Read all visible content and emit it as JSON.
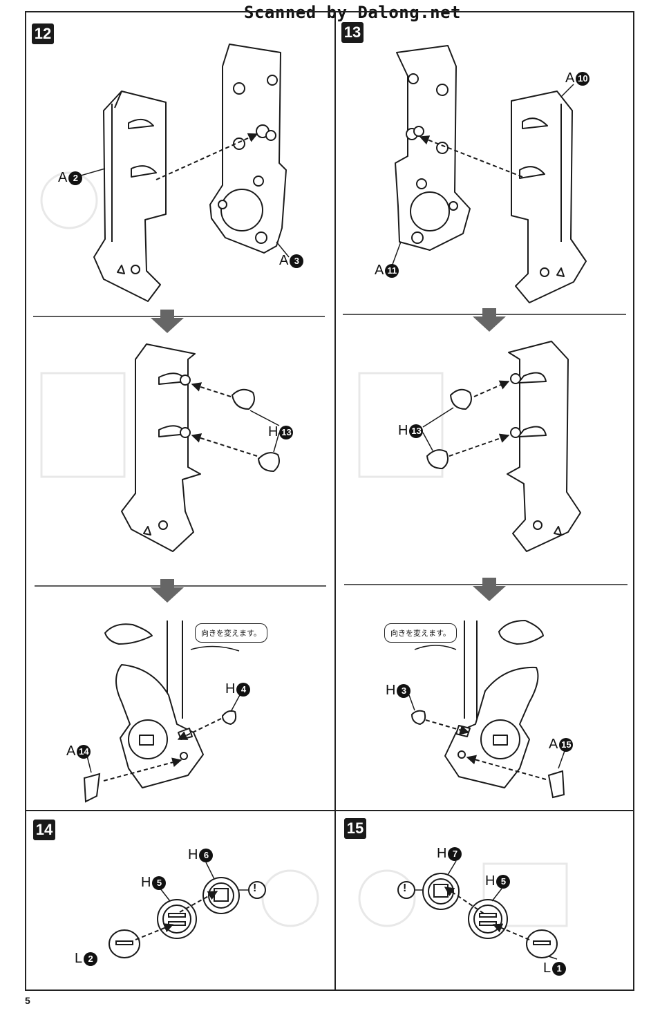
{
  "header": {
    "scan_credit": "Scanned by Dalong.net"
  },
  "page": {
    "number": "5"
  },
  "steps": {
    "s12": {
      "number": "12"
    },
    "s13": {
      "number": "13"
    },
    "s14": {
      "number": "14"
    },
    "s15": {
      "number": "15"
    }
  },
  "callouts": {
    "left": "向きを変えます。",
    "right": "向きを変えます。"
  },
  "labels": {
    "s12_a2": {
      "letter": "A",
      "num": "2"
    },
    "s12_a3": {
      "letter": "A",
      "num": "3"
    },
    "s12_h13": {
      "letter": "H",
      "num": "13"
    },
    "s12_h4": {
      "letter": "H",
      "num": "4"
    },
    "s12_a14": {
      "letter": "A",
      "num": "14"
    },
    "s13_a10": {
      "letter": "A",
      "num": "10"
    },
    "s13_a11": {
      "letter": "A",
      "num": "11"
    },
    "s13_h13": {
      "letter": "H",
      "num": "13"
    },
    "s13_h3": {
      "letter": "H",
      "num": "3"
    },
    "s13_a15": {
      "letter": "A",
      "num": "15"
    },
    "s14_h6": {
      "letter": "H",
      "num": "6"
    },
    "s14_h5": {
      "letter": "H",
      "num": "5"
    },
    "s14_l2": {
      "letter": "L",
      "num": "2"
    },
    "s15_h7": {
      "letter": "H",
      "num": "7"
    },
    "s15_h5": {
      "letter": "H",
      "num": "5"
    },
    "s15_l1": {
      "letter": "L",
      "num": "1"
    }
  },
  "icons": {
    "warning": "!",
    "arrow": "down-arrow-icon"
  },
  "colors": {
    "ink": "#1a1a1a",
    "arrow": "#666666",
    "ghost": "#e6e6e6"
  }
}
